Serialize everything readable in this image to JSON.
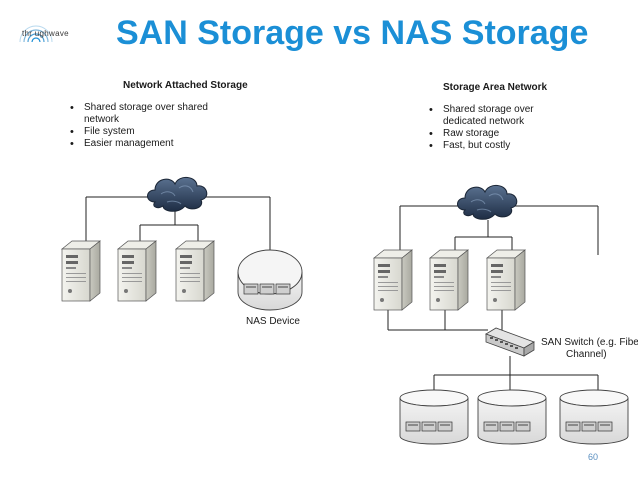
{
  "logo": {
    "text": "thr ughwave"
  },
  "title": "SAN Storage vs NAS Storage",
  "nas": {
    "heading": "Network Attached Storage",
    "bullets": [
      "Shared storage over shared network",
      "File system",
      "Easier management"
    ],
    "device_label": "NAS Device"
  },
  "san": {
    "heading": "Storage Area Network",
    "bullets": [
      "Shared storage over dedicated network",
      "Raw storage",
      "Fast, but costly"
    ],
    "switch_label_line1": "SAN Switch (e.g. Fiber",
    "switch_label_line2": "Channel)"
  },
  "page_number": "60",
  "colors": {
    "title": "#1b8fd6",
    "cloud": "#2a3f5c",
    "server": "#e6e6e0",
    "disk": "#e9e9e9"
  },
  "icons": [
    "cloud-icon",
    "server-icon",
    "disk-array-icon",
    "network-switch-icon",
    "logo-icon"
  ]
}
